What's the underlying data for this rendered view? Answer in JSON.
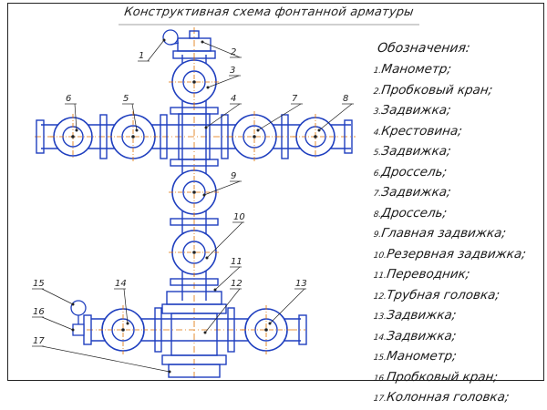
{
  "title": "Конструктивная схема фонтанной арматуры",
  "legend": {
    "heading": "Обозначения:",
    "items": [
      {
        "num": "1.",
        "text": "Манометр;"
      },
      {
        "num": "2.",
        "text": "Пробковый кран;"
      },
      {
        "num": "3.",
        "text": "Задвижка;"
      },
      {
        "num": "4.",
        "text": "Крестовина;"
      },
      {
        "num": "5.",
        "text": "Задвижка;"
      },
      {
        "num": "6.",
        "text": "Дроссель;"
      },
      {
        "num": "7.",
        "text": "Задвижка;"
      },
      {
        "num": "8.",
        "text": "Дроссель;"
      },
      {
        "num": "9.",
        "text": "Главная задвижка;"
      },
      {
        "num": "10.",
        "text": "Резервная задвижка;"
      },
      {
        "num": "11.",
        "text": "Переводник;"
      },
      {
        "num": "12.",
        "text": "Трубная головка;"
      },
      {
        "num": "13.",
        "text": "Задвижка;"
      },
      {
        "num": "14.",
        "text": "Задвижка;"
      },
      {
        "num": "15.",
        "text": "Манометр;"
      },
      {
        "num": "16.",
        "text": "Пробковый кран;"
      },
      {
        "num": "17.",
        "text": "Колонная головка;"
      }
    ]
  },
  "callouts": [
    "1",
    "2",
    "3",
    "4",
    "5",
    "6",
    "7",
    "8",
    "9",
    "10",
    "11",
    "12",
    "13",
    "14",
    "15",
    "16",
    "17"
  ],
  "colors": {
    "line": "#1f3fbf",
    "center": "#e07000",
    "frame": "#222222",
    "text": "#222222"
  }
}
